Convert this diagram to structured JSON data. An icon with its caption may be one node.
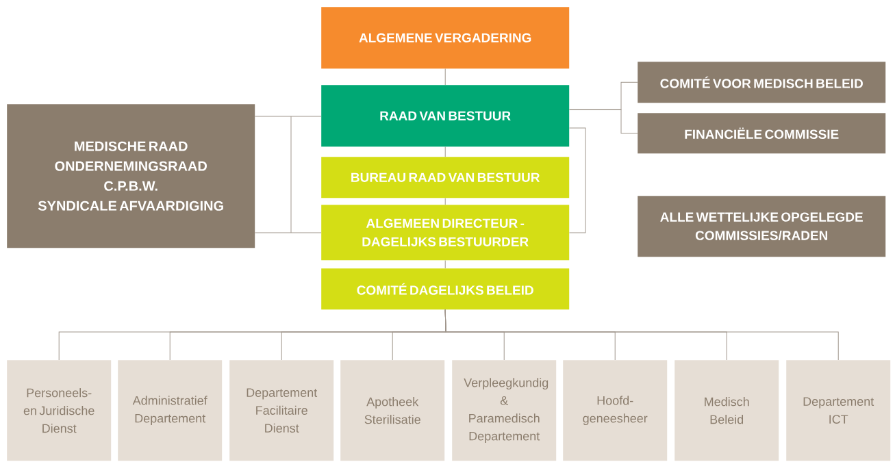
{
  "diagram": {
    "nodes": [
      {
        "text": [
          "ALGEMENE VERGADERING"
        ]
      },
      {
        "text": [
          "RAAD VAN BESTUUR"
        ]
      },
      {
        "text": [
          "BUREAU RAAD VAN BESTUUR"
        ]
      },
      {
        "text": [
          "ALGEMEEN DIRECTEUR - DAGELIJKS BESTUURDER"
        ]
      },
      {
        "text": [
          "COMITÉ DAGELIJKS BELEID"
        ]
      },
      {
        "text": [
          "MEDISCHE RAAD",
          "ONDERNEMINGSRAAD",
          "C.P.B.W.",
          "SYNDICALE AFVAARDIGING"
        ]
      },
      {
        "text": [
          "COMITÉ VOOR MEDISCH BELEID"
        ]
      },
      {
        "text": [
          "FINANCIËLE COMMISSIE"
        ]
      },
      {
        "text": [
          "ALLE WETTELIJKE OPGELEGDE COMMISSIES/RADEN"
        ]
      },
      {
        "text": [
          "Personeels- en Juridische Dienst"
        ]
      },
      {
        "text": [
          "Administratief Departement"
        ]
      },
      {
        "text": [
          "Departement Facilitaire Dienst"
        ]
      },
      {
        "text": [
          "Apotheek Sterilisatie"
        ]
      },
      {
        "text": [
          "Verpleegkundig & Paramedisch Departement"
        ]
      },
      {
        "text": [
          "Hoofd- geneesheer"
        ]
      },
      {
        "text": [
          "Medisch Beleid"
        ]
      },
      {
        "text": [
          "Departement ICT"
        ]
      }
    ],
    "edges": [
      {
        "from": 0,
        "to": 1,
        "arrow": "none"
      },
      {
        "from": 1,
        "to": 2,
        "arrow": "none"
      },
      {
        "from": 2,
        "to": 3,
        "arrow": "none"
      },
      {
        "from": 3,
        "to": 4,
        "arrow": "none"
      },
      {
        "from": 5,
        "to": 1,
        "arrow": "none"
      },
      {
        "from": 5,
        "to": 3,
        "arrow": "none"
      },
      {
        "from": 1,
        "to": 6,
        "arrow": "none"
      },
      {
        "from": 1,
        "to": 7,
        "arrow": "none"
      },
      {
        "from": 1,
        "to": 3,
        "arrow": "none"
      },
      {
        "from": 4,
        "to": 9,
        "arrow": "none"
      },
      {
        "from": 4,
        "to": 10,
        "arrow": "none"
      },
      {
        "from": 4,
        "to": 11,
        "arrow": "none"
      },
      {
        "from": 4,
        "to": 12,
        "arrow": "none"
      },
      {
        "from": 4,
        "to": 13,
        "arrow": "none"
      },
      {
        "from": 4,
        "to": 14,
        "arrow": "none"
      },
      {
        "from": 4,
        "to": 15,
        "arrow": "none"
      },
      {
        "from": 4,
        "to": 16,
        "arrow": "none"
      }
    ]
  }
}
